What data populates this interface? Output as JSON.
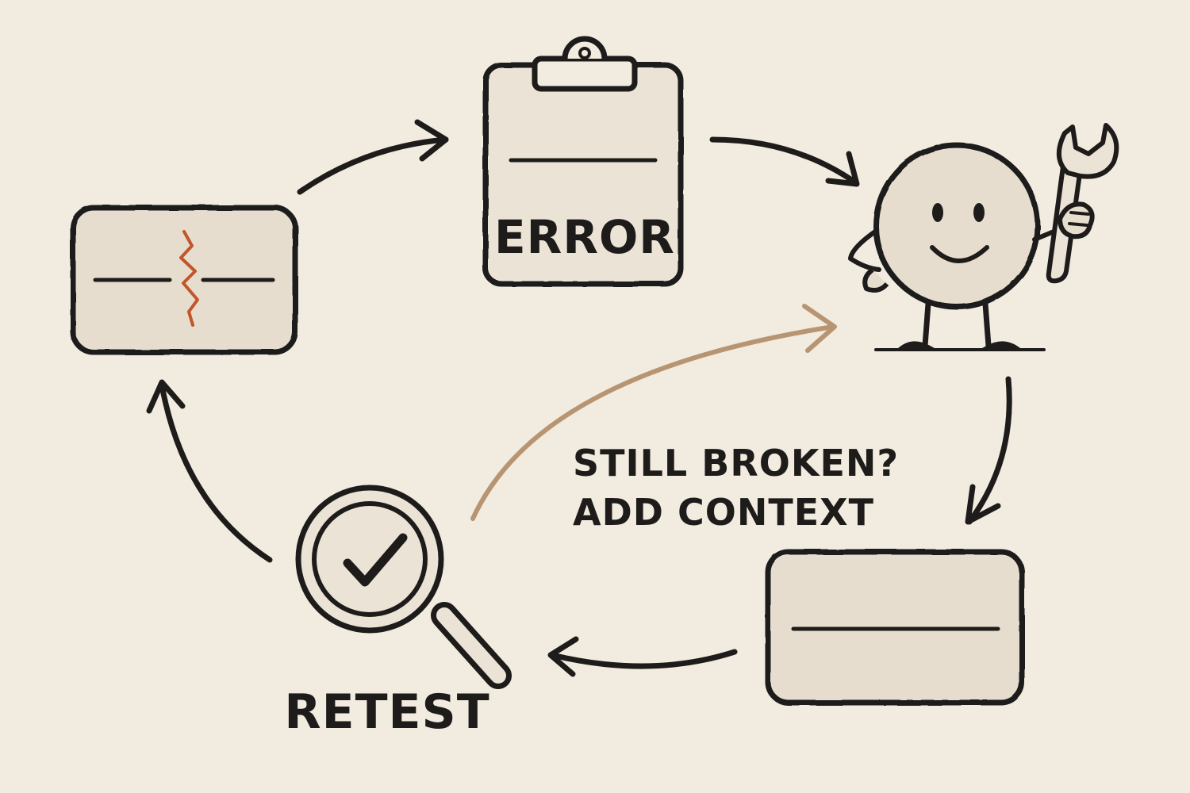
{
  "diagram": {
    "nodes": {
      "broken_component": {
        "icon": "broken-card-icon"
      },
      "error_report": {
        "icon": "clipboard-icon",
        "label": "ERROR"
      },
      "fixer": {
        "icon": "smiley-wrench-icon"
      },
      "patched_component": {
        "icon": "fixed-card-icon"
      },
      "retest": {
        "icon": "magnifier-check-icon",
        "label": "RETEST"
      }
    },
    "feedback": {
      "line1": "STILL BROKEN?",
      "line2": "ADD CONTEXT"
    },
    "colors": {
      "background": "#f2ebdf",
      "ink": "#1e1c1a",
      "card_fill": "#e6ddcf",
      "crack": "#c0562a",
      "feedback_arrow": "#b89572"
    }
  }
}
